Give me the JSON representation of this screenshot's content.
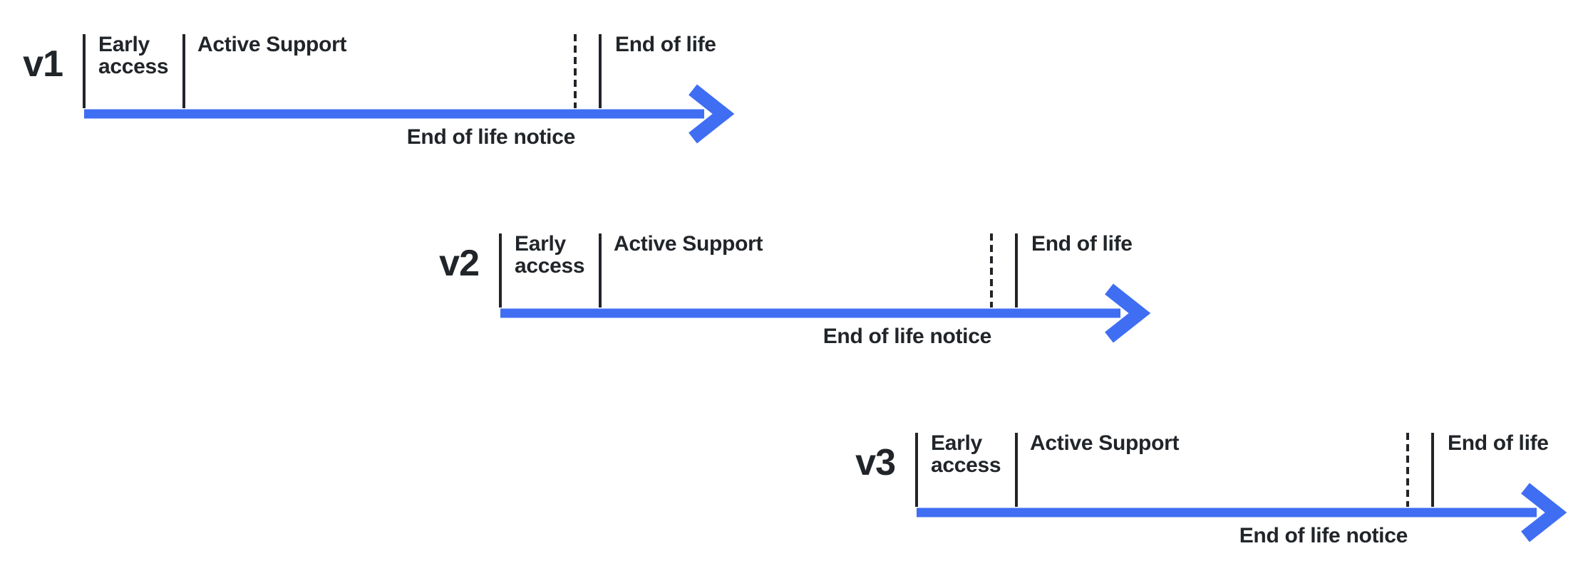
{
  "colors": {
    "arrow": "#3F6EF3",
    "text": "#212529"
  },
  "timelines": [
    {
      "version": "v1",
      "phases": {
        "early_access": "Early access",
        "active_support": "Active Support",
        "end_of_life": "End of life",
        "end_of_life_notice": "End of life notice"
      }
    },
    {
      "version": "v2",
      "phases": {
        "early_access": "Early access",
        "active_support": "Active Support",
        "end_of_life": "End of life",
        "end_of_life_notice": "End of life notice"
      }
    },
    {
      "version": "v3",
      "phases": {
        "early_access": "Early access",
        "active_support": "Active Support",
        "end_of_life": "End of life",
        "end_of_life_notice": "End of life notice"
      }
    }
  ]
}
